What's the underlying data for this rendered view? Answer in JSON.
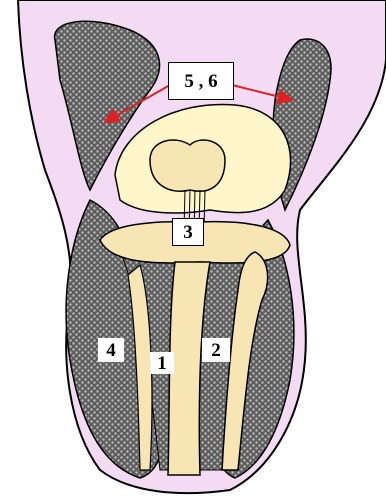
{
  "labels": {
    "top": "5 , 6",
    "center": "3",
    "left": "4",
    "mid": "1",
    "right": "2"
  },
  "colors": {
    "skin": "#f3dcf3",
    "outline": "#000000",
    "muscle": "#7a7a7a",
    "bone": "#f7e6b4",
    "highlight": "#fff7c9",
    "arrow": "#e02020"
  }
}
